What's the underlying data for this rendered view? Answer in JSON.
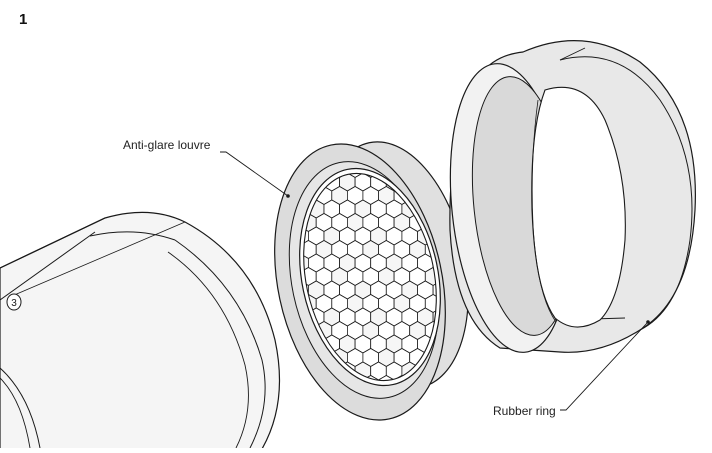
{
  "figure": {
    "step_number": "1",
    "callouts": {
      "louvre_label": "Anti-glare louvre",
      "rubber_ring_label": "Rubber ring"
    },
    "lens_marking": "3"
  },
  "colors": {
    "line": "#1a1a1a",
    "fill_light": "#f4f4f4",
    "fill_mid": "#e2e2e2",
    "fill_dark": "#c8c8c8",
    "background": "#ffffff"
  }
}
